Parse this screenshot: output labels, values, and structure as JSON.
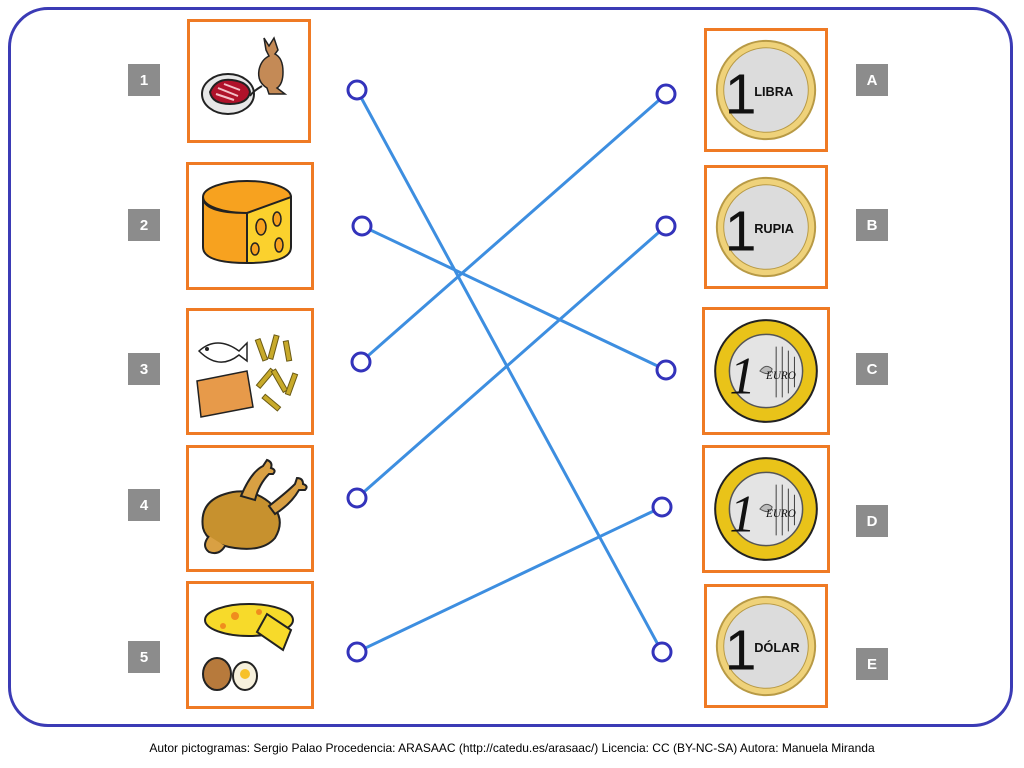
{
  "left_labels": [
    "1",
    "2",
    "3",
    "4",
    "5"
  ],
  "right_labels": [
    "A",
    "B",
    "C",
    "D",
    "E"
  ],
  "left_items": [
    "meat-kangaroo",
    "cheese",
    "fish-sticks-fries",
    "roast-chicken",
    "potato-omelette"
  ],
  "right_items": [
    {
      "type": "coin",
      "number": "1",
      "word": "LIBRA"
    },
    {
      "type": "coin",
      "number": "1",
      "word": "RUPIA"
    },
    {
      "type": "euro",
      "number": "1",
      "word": "EURO"
    },
    {
      "type": "euro",
      "number": "1",
      "word": "EURO"
    },
    {
      "type": "coin",
      "number": "1",
      "word": "DÓLAR"
    }
  ],
  "connections": [
    {
      "from": "1",
      "to": "E"
    },
    {
      "from": "2",
      "to": "C"
    },
    {
      "from": "3",
      "to": "A"
    },
    {
      "from": "4",
      "to": "B"
    },
    {
      "from": "5",
      "to": "D"
    }
  ],
  "colors": {
    "line": "#3d8ee0",
    "dot": "#3333bb",
    "card_border": "#ef7a24",
    "label_bg": "#8c8c8c",
    "frame": "#3b3bb5"
  },
  "credit": "Autor pictogramas: Sergio Palao Procedencia: ARASAAC (http://catedu.es/arasaac/) Licencia: CC (BY-NC-SA) Autora: Manuela Miranda"
}
